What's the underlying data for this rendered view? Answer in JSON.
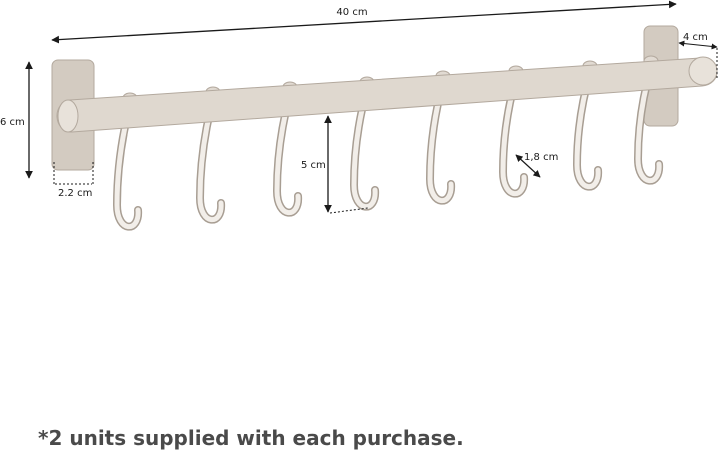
{
  "dimensions": {
    "total_length": "40 cm",
    "plate_depth": "4 cm",
    "plate_height": "6 cm",
    "plate_width": "2.2 cm",
    "hook_length": "5 cm",
    "hook_gap": "1,8 cm"
  },
  "footnote": "*2 units supplied with each purchase.",
  "colors": {
    "product": "#dbd4cc",
    "plate": "#cfc6bc",
    "outline": "#a89e93",
    "dimension_line": "#1a1a1a"
  }
}
